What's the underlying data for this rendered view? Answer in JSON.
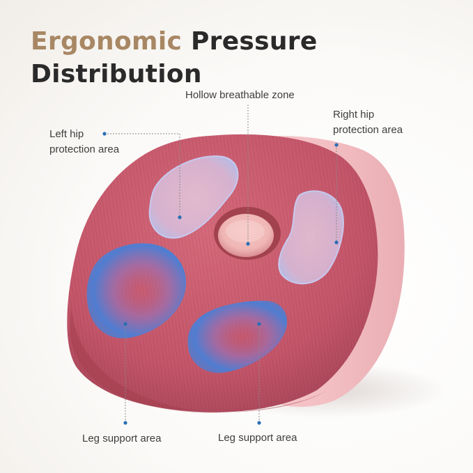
{
  "title": {
    "accent": "Ergonomic",
    "rest_line1": "Pressure",
    "line2": "Distribution"
  },
  "labels": {
    "hollow_zone": "Hollow breathable zone",
    "left_hip_line1": "Left hip",
    "left_hip_line2": "protection area",
    "right_hip_line1": "Right hip",
    "right_hip_line2": "protection area",
    "leg_support_left": "Leg support area",
    "leg_support_right": "Leg support area"
  },
  "colors": {
    "title_accent": "#a88764",
    "title_text": "#2a2a2a",
    "cushion_top": "#c85a6c",
    "cushion_side": "#f4c6c8",
    "pressure_blue": "#4a7fd6",
    "callout_dot": "#2a6fb6"
  }
}
